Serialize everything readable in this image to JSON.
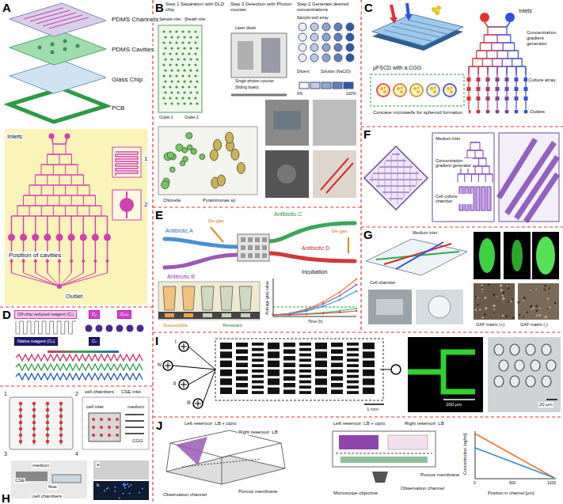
{
  "diagram": {
    "nodes": [
      {
        "text": [
          "A"
        ]
      },
      {
        "text": [
          "B"
        ]
      },
      {
        "text": [
          "C"
        ]
      },
      {
        "text": [
          "D"
        ]
      },
      {
        "text": [
          "Off-chip reduced reagent (Cᵣ)"
        ],
        "in": 3
      },
      {
        "text": [
          "C₁"
        ],
        "in": 3
      },
      {
        "text": [
          "Cₘᵢₙ"
        ],
        "in": 3
      },
      {
        "text": [
          "Native reagent (Cₙ)"
        ],
        "in": 3
      },
      {
        "text": [
          "Cₙ"
        ],
        "in": 3
      },
      {
        "text": [
          "E"
        ]
      },
      {
        "text": [
          "F"
        ]
      },
      {
        "text": [
          "G"
        ]
      },
      {
        "text": [
          "H"
        ]
      },
      {
        "text": [
          "I"
        ]
      },
      {
        "text": [
          "J"
        ]
      }
    ],
    "labels": [
      "PDMS Channels",
      "PDMS Cavities",
      "Glass Chip",
      "PCB",
      "Inlets",
      "1",
      "2",
      "Position of cavities",
      "Outlet",
      "Step 1 Separation with DLD chip",
      "Step 3 Detection with Photon counter",
      "Step 2 Generate desired concentrations",
      "Sample inlet",
      "Sheath inlet",
      "Outlet 1",
      "Outlet 2",
      "Laser diode",
      "Single-photon counter",
      "Sliding board",
      "Sample well array",
      "Diluent",
      "Solution (NaClO)",
      "0%",
      "100%",
      "Chlorella",
      "Pyramimonas sp.",
      "μFSCD with a CGG",
      "Inlets",
      "Concentration gradient generator",
      "Culture array",
      "Outlets",
      "Concave microwells for spheroid formation",
      "Antibiotic A",
      "De-gas",
      "Antibiotic C",
      "De-gas",
      "Antibiotic B",
      "Antibiotic D",
      "Incubation",
      "Susceptible",
      "Resistant",
      "Time (h)",
      "Average gray value",
      "Medium inlet",
      "Concentration gradient generator",
      "Cell culture chamber",
      "Medium inlet",
      "Cell chamber",
      "GAF matrix (+)",
      "GAF matrix (-)",
      "1",
      "2",
      "3",
      "4",
      "cell chambers",
      "CSE inlet",
      "cell inlet",
      "medium",
      "CGG",
      "medium",
      "CSE",
      "flow",
      "cell chambers",
      "a",
      "b",
      "i",
      "iv",
      "ii",
      "iii",
      "1 mm",
      "100 μm",
      "20 μm",
      "Left reservoir: LB + cipro",
      "Right reservoir: LB",
      "Observation channel",
      "Porous membrane",
      "Left reservoir: LB + cipro",
      "Right reservoir: LB",
      "Microscope objective",
      "Porous membrane",
      "Observation channel",
      "Concentration [ng/ml]",
      "Position in channel [μm]",
      "0",
      "600",
      "1200"
    ]
  }
}
